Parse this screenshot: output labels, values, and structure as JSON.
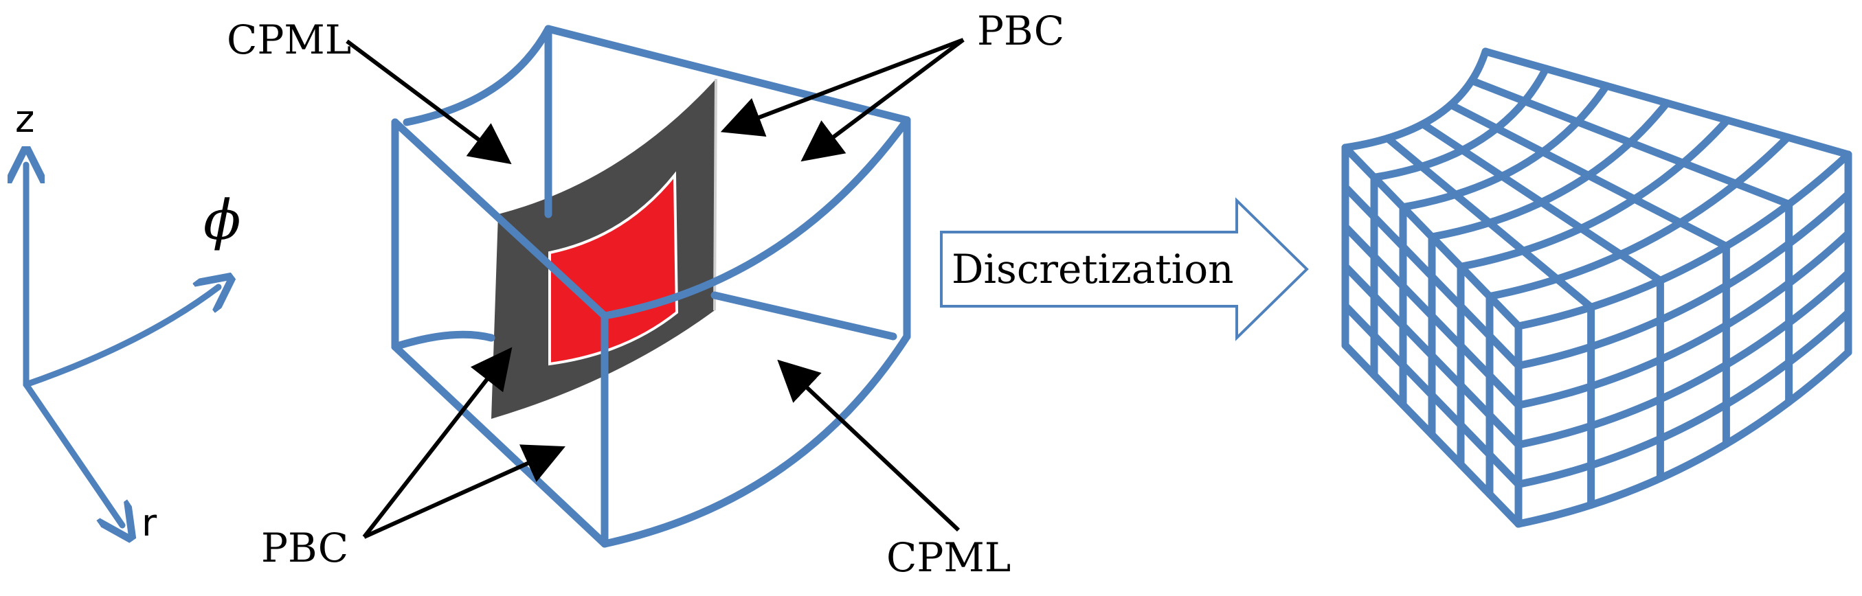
{
  "axes": {
    "z_label": "z",
    "phi_label": "ϕ",
    "r_label": "r"
  },
  "labels": {
    "cpml_top": "CPML",
    "pbc_top": "PBC",
    "pbc_bottom": "PBC",
    "cpml_bottom": "CPML"
  },
  "process_arrow": {
    "label": "Discretization"
  },
  "colors": {
    "outline": "#4f81bd",
    "cpml_layer": "#4a4a4a",
    "scatterer": "#ed1c24",
    "annotation": "#000000"
  }
}
